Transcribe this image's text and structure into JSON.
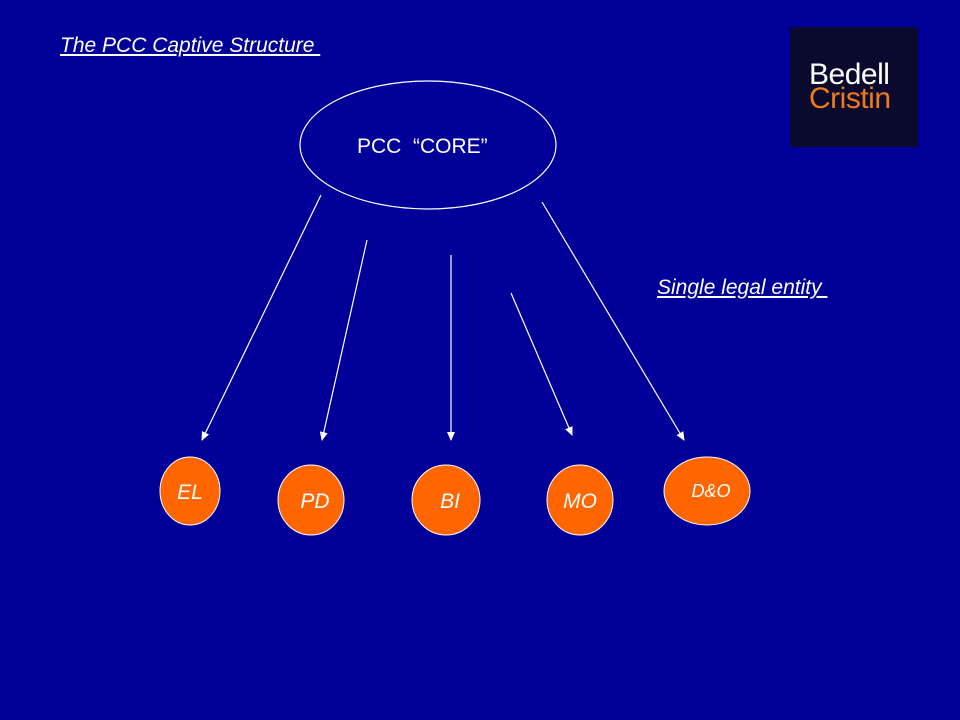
{
  "title": "The PCC Captive Structure ",
  "logo": {
    "line1": "Bedell",
    "line2": "Cristin"
  },
  "core": {
    "label": "PCC  “CORE”"
  },
  "entity_label": "Single legal entity ",
  "cells": [
    {
      "label": "EL"
    },
    {
      "label": "PD"
    },
    {
      "label": "BI"
    },
    {
      "label": "MO"
    },
    {
      "label": "D&O"
    }
  ],
  "colors": {
    "background": "#000099",
    "cell_fill": "#ff6600",
    "arrow": "#ffffff",
    "logo_bg": "#0a0a2e",
    "logo_accent": "#f07a1a"
  }
}
